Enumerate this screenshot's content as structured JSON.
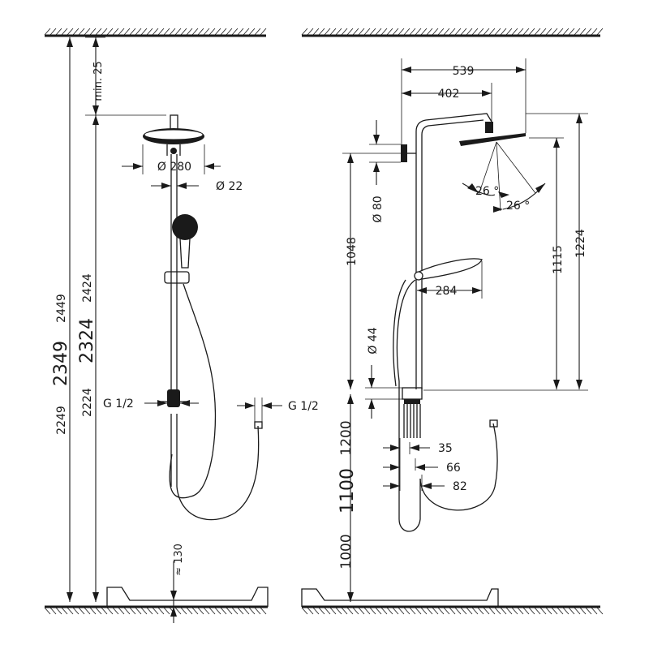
{
  "left_view": {
    "dims": {
      "min_25": "min. 25",
      "d280": "Ø 280",
      "d22": "Ø 22",
      "g12_left": "G 1/2",
      "g12_right": "G 1/2",
      "approx130": "≈ 130",
      "v2449": "2449",
      "v2424": "2424",
      "v2349": "2349",
      "v2324": "2324",
      "v2249": "2249",
      "v2224": "2224"
    }
  },
  "right_view": {
    "dims": {
      "w539": "539",
      "w402": "402",
      "a26a": "26 °",
      "a26b": "26 °",
      "d80": "Ø 80",
      "v1048": "1048",
      "v1115": "1115",
      "v1224": "1224",
      "w284": "284",
      "d44": "Ø 44",
      "w35": "35",
      "w66": "66",
      "w82": "82",
      "v1200": "1200",
      "v1100": "1100",
      "v1000": "1000"
    }
  }
}
